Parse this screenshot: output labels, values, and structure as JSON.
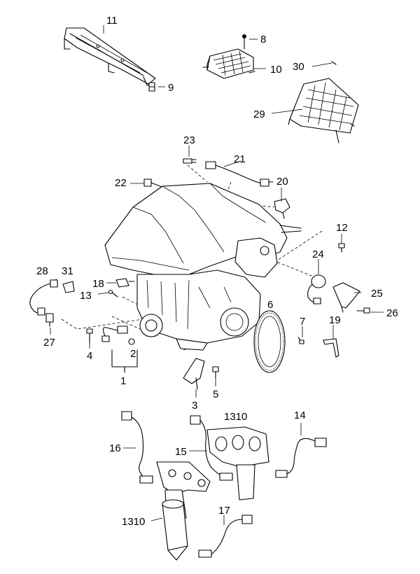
{
  "labels": {
    "p1": "1",
    "p2": "2",
    "p3": "3",
    "p4": "4",
    "p5": "5",
    "p6": "6",
    "p7": "7",
    "p8": "8",
    "p9": "9",
    "p10": "10",
    "p11": "11",
    "p12": "12",
    "p13": "13",
    "p14": "14",
    "p15": "15",
    "p16": "16",
    "p17": "17",
    "p18": "18",
    "p19": "19",
    "p20": "20",
    "p21": "21",
    "p22": "22",
    "p23": "23",
    "p24": "24",
    "p25": "25",
    "p26": "26",
    "p27": "27",
    "p28": "28",
    "p29": "29",
    "p30": "30",
    "p31": "31",
    "p1310a": "1310",
    "p1310b": "1310"
  }
}
